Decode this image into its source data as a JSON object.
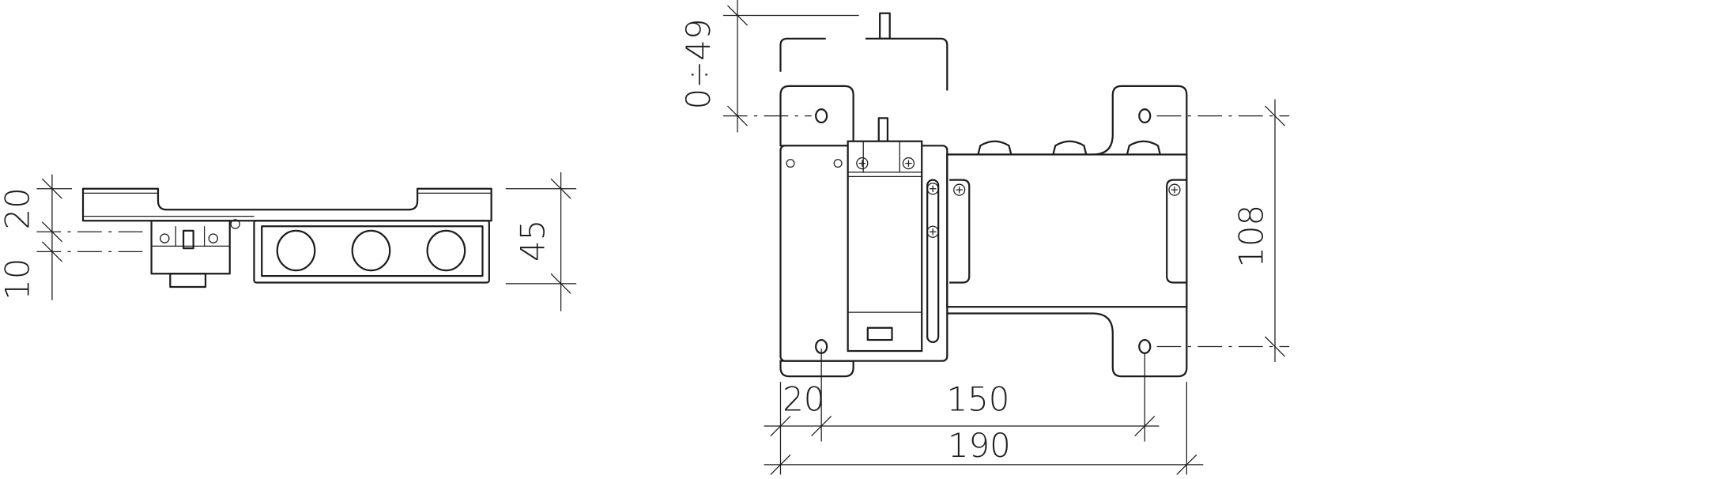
{
  "side_view": {
    "dimensions": {
      "upper_offset": "20",
      "lower_offset": "10",
      "depth": "45"
    }
  },
  "front_view": {
    "dimensions": {
      "travel": "0÷49",
      "hole_vertical_spacing": "108",
      "edge_to_hole": "20",
      "hole_horizontal_spacing": "150",
      "overall_width": "190"
    }
  },
  "colors": {
    "line": "#1d1d1d",
    "background": "#ffffff"
  }
}
